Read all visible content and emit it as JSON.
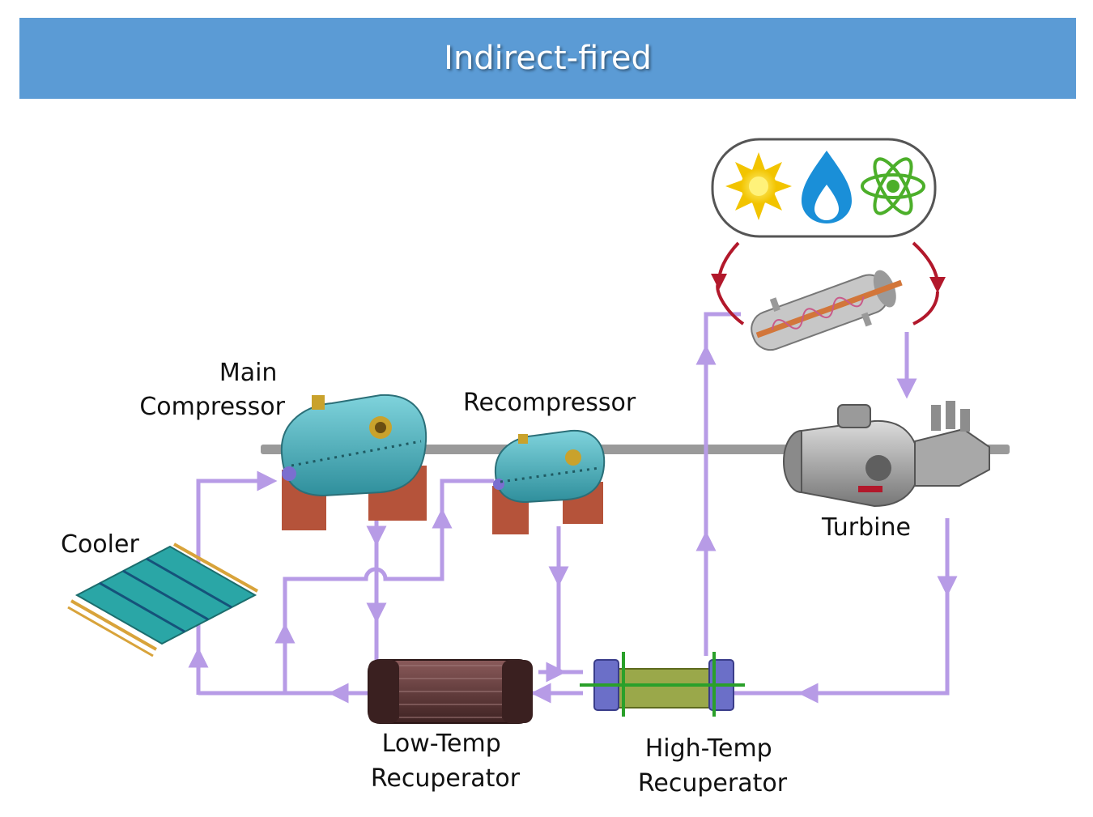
{
  "title": "Indirect-fired",
  "components": {
    "main_compressor": [
      "Main",
      "Compressor"
    ],
    "recompressor": "Recompressor",
    "turbine": "Turbine",
    "cooler": "Cooler",
    "low_temp_recuperator": [
      "Low-Temp",
      "Recuperator"
    ],
    "high_temp_recuperator": [
      "High-Temp",
      "Recuperator"
    ]
  },
  "heat_sources": [
    "sun-icon",
    "flame-icon",
    "atom-icon"
  ],
  "colors": {
    "header": "#5b9bd5",
    "flow": "#b79be6",
    "heat_arrow": "#b2182b",
    "shaft": "#9a9a9a",
    "compressor": "#4fb3bf",
    "base": "#b5533a",
    "cooler": "#2aa6a6",
    "ltr": "#6b3f3f",
    "htr": "#9aa84a"
  }
}
